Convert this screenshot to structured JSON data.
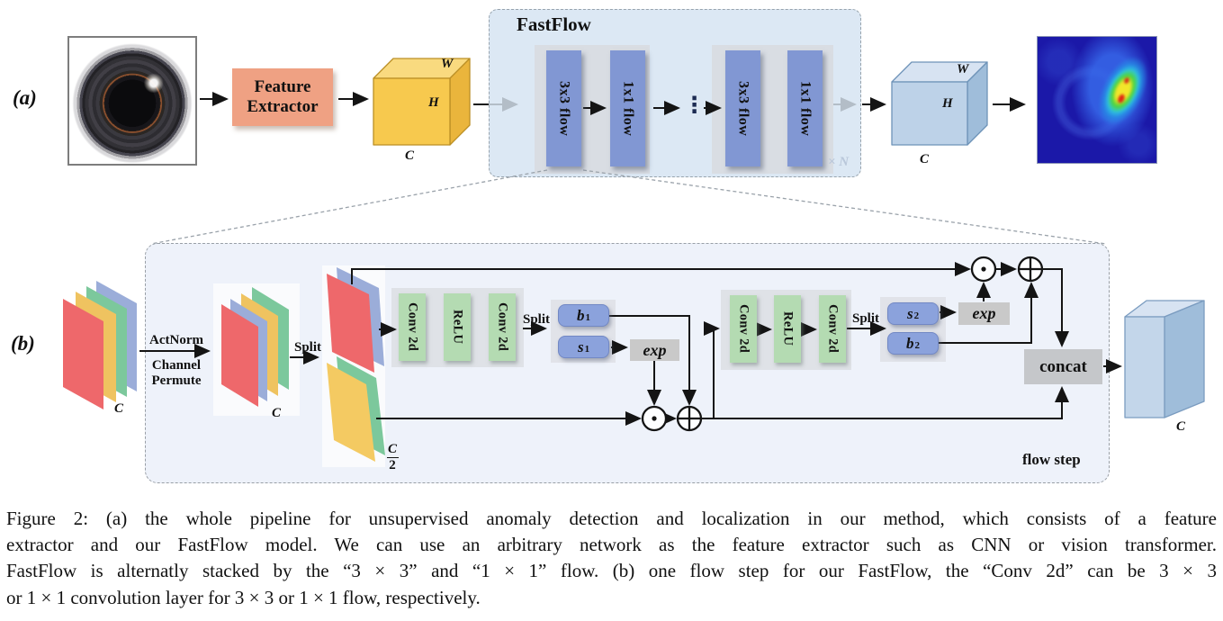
{
  "a": {
    "panel_label": "(a)",
    "feature_extractor": {
      "line1": "Feature",
      "line2": "Extractor"
    },
    "cube_in": {
      "w": "W",
      "h": "H",
      "c": "C"
    },
    "fastflow": {
      "title": "FastFlow",
      "blocks": [
        "3x3 flow",
        "1x1 flow",
        "3x3 flow",
        "1x1 flow"
      ],
      "dots": "⋮",
      "repeat": "× N"
    },
    "cube_out": {
      "w": "W",
      "h": "H",
      "c": "C"
    }
  },
  "b": {
    "panel_label": "(b)",
    "c_in": "C",
    "actnorm": "ActNorm",
    "permute_line1": "Channel",
    "permute_line2": "Permute",
    "c_mid": "C",
    "split1": "Split",
    "half_c": {
      "num": "C",
      "den": "2"
    },
    "group1": {
      "blocks": [
        "Conv 2d",
        "ReLU",
        "Conv 2d"
      ],
      "split": "Split",
      "box_top": {
        "base": "b",
        "sub": "1"
      },
      "box_bottom": {
        "base": "s",
        "sub": "1"
      },
      "exp": "exp"
    },
    "group2": {
      "blocks": [
        "Conv 2d",
        "ReLU",
        "Conv 2d"
      ],
      "split": "Split",
      "box_top": {
        "base": "s",
        "sub": "2"
      },
      "box_bottom": {
        "base": "b",
        "sub": "2"
      },
      "exp": "exp"
    },
    "concat": "concat",
    "flow_step": "flow step",
    "c_out": "C"
  },
  "colors": {
    "feature_extractor": "#efa183",
    "flow_block": "#8197d3",
    "fastflow_bg": "#dce8f4",
    "cube_yellow": "#f7c94e",
    "cube_blue": "#bdd2e8",
    "green_block": "#b4dbb2",
    "stack_red": "#ee686b",
    "stack_yellow": "#efc360",
    "stack_green": "#7cc89c",
    "stack_blue": "#9badd9"
  },
  "caption": {
    "lines": [
      "Figure 2: (a) the whole pipeline for unsupervised anomaly detection and localization in our method, which consists of a feature",
      "extractor and our FastFlow model. We can use an arbitrary network as the feature extractor such as CNN or vision transformer.",
      "FastFlow is alternatly stacked by the “3 × 3” and “1 × 1” flow. (b) one flow step for our FastFlow, the “Conv 2d” can be 3 × 3",
      "or 1 × 1 convolution layer for 3 × 3 or 1 × 1 flow, respectively."
    ]
  }
}
